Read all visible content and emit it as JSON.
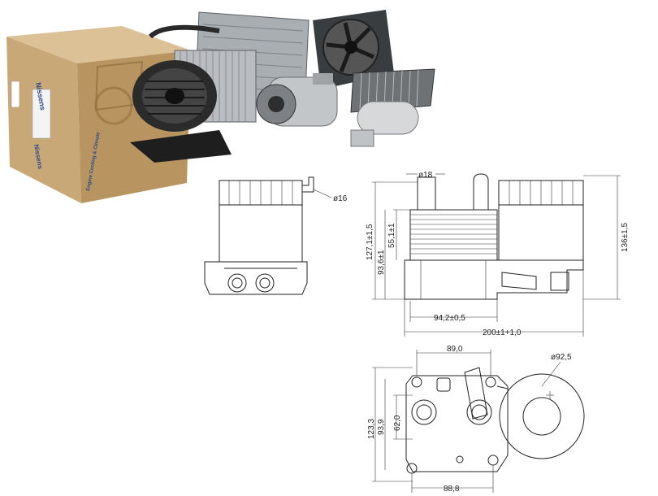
{
  "box": {
    "brand": "Nissens",
    "side_text": "Engine Cooling & Climate"
  },
  "dimensions": {
    "pipe_diam_side": "ø16",
    "pipe_diam_front": "ø18",
    "h_127": "127,1±1,5",
    "h_55": "55,1±1",
    "h_93": "93,6±1",
    "h_136": "136±1,5",
    "w_94": "94,2±0,5",
    "w_200": "200±1+1,0",
    "top_89": "89,0",
    "circle_92": "ø92,5",
    "v_123": "123,3",
    "v_93": "93,9",
    "v_62": "62,0",
    "bottom_88": "88,8"
  },
  "colors": {
    "line": "#222222",
    "box_cardboard": "#c9a877",
    "box_print": "#2c4a8a",
    "metal": "#9aa0a6"
  }
}
